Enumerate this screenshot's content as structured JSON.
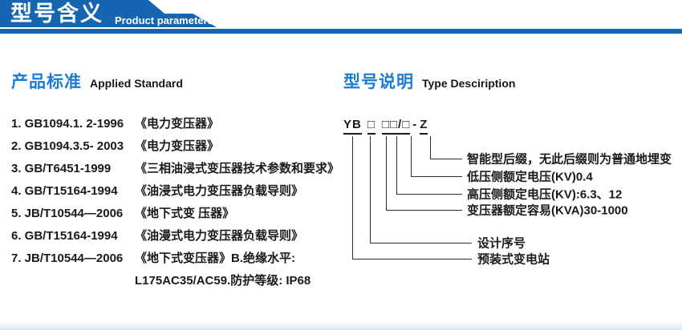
{
  "header": {
    "title_cn": "型号含义",
    "title_en": "Product parameters"
  },
  "left": {
    "heading_cn": "产品标准",
    "heading_en": "Applied Standard",
    "items": [
      {
        "code": "1. GB1094.1. 2-1996",
        "name": "《电力变压器》"
      },
      {
        "code": "2. GB1094.3.5- 2003",
        "name": "《电力变压器》"
      },
      {
        "code": "3. GB/T6451-1999",
        "name": "《三相油浸式变压器技术参数和要求》"
      },
      {
        "code": "4. GB/T15164-1994",
        "name": "《油浸式电力变压器负载导则》"
      },
      {
        "code": "5. JB/T10544—2006",
        "name": "《地下式变 压器》"
      },
      {
        "code": "6. GB/T15164-1994",
        "name": "《油漫式电力变压器负载导则》"
      },
      {
        "code": "7. JB/T10544—2006",
        "name": "《地下式变压器》B.绝缘水平:"
      },
      {
        "code": "",
        "name": "L175AC35/AC59.防护等级: IP68"
      }
    ]
  },
  "right": {
    "heading_cn": "型号说明",
    "heading_en": "Type Desciription",
    "model_code": {
      "prefix": "YB",
      "box1": "□",
      "mid": "□□/□",
      "dash": "-",
      "suffix": "Z"
    },
    "branches": [
      {
        "label": "智能型后缀，无此后缀则为普通地埋变"
      },
      {
        "label": "低压侧额定电压(KV)0.4"
      },
      {
        "label": "高压侧额定电压(KV):6.3、12"
      },
      {
        "label": "变压器额定容易(KVA)30-1000"
      },
      {
        "label": "设计序号"
      },
      {
        "label": "预装式变电站"
      }
    ]
  },
  "colors": {
    "banner_blue": "#1565b0",
    "heading_blue": "#1c7cd5"
  }
}
